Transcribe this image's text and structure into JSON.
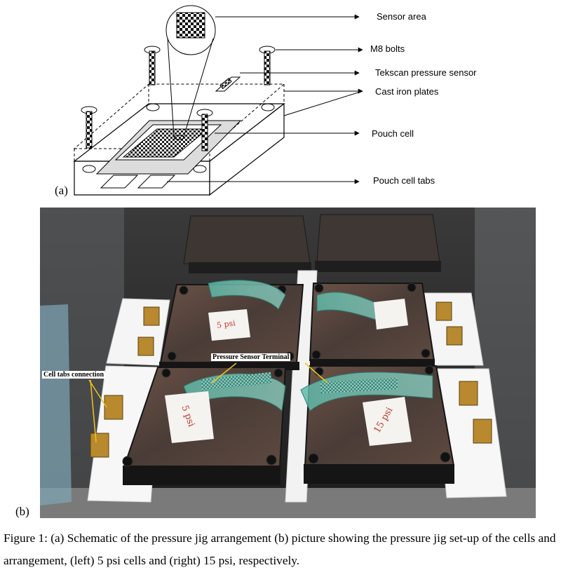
{
  "schematic": {
    "panel_letter": "(a)",
    "labels": {
      "sensor_area": "Sensor area",
      "m8_bolts": "M8 bolts",
      "tekscan_sensor": "Tekscan pressure sensor",
      "cast_iron_plates": "Cast iron plates",
      "pouch_cell": "Pouch cell",
      "pouch_cell_tabs": "Pouch cell tabs"
    }
  },
  "photo": {
    "panel_letter": "(b)",
    "annotations": {
      "pressure_sensor_terminal": "Pressure Sensor Terminal",
      "cell_tabs_connection": "Cell tabs connection"
    },
    "handwritten": {
      "label_top_left": "5 psi",
      "label_bottom_left": "5 psi",
      "label_bottom_right": "15 psi"
    }
  },
  "caption": "Figure 1: (a) Schematic of the pressure jig arrangement (b) picture showing the pressure jig set-up of the cells and arrangement, (left) 5 psi cells and (right) 15 psi, respectively."
}
